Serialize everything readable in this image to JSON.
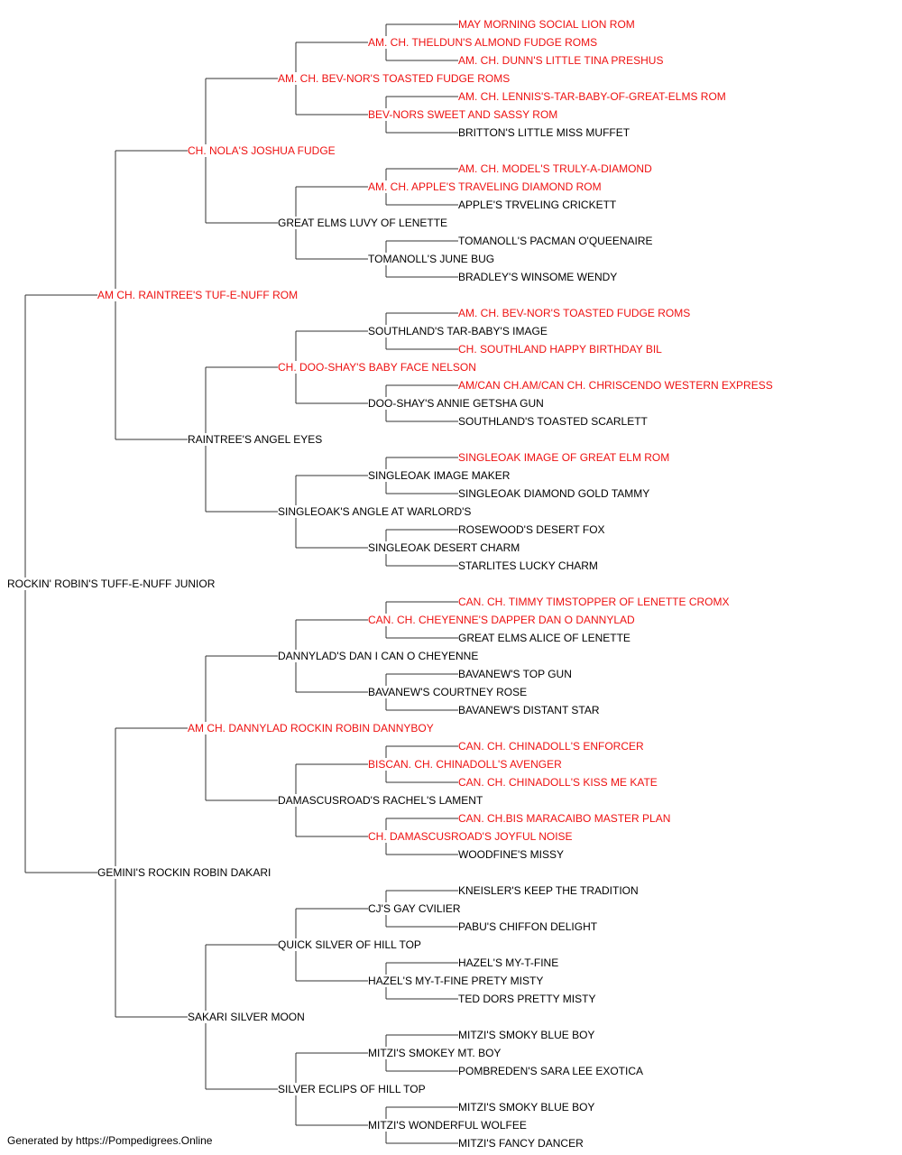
{
  "pedigree": {
    "name": "ROCKIN' ROBIN'S TUFF-E-NUFF JUNIOR",
    "titled": false,
    "sire": {
      "name": "AM CH. RAINTREE'S TUF-E-NUFF ROM",
      "titled": true,
      "sire": {
        "name": "CH. NOLA'S JOSHUA FUDGE",
        "titled": true,
        "sire": {
          "name": "AM. CH. BEV-NOR'S TOASTED FUDGE ROMS",
          "titled": true,
          "sire": {
            "name": "AM. CH. THELDUN'S ALMOND FUDGE ROMS",
            "titled": true,
            "sire": {
              "name": "MAY MORNING SOCIAL LION ROM",
              "titled": true
            },
            "dam": {
              "name": "AM. CH. DUNN'S LITTLE TINA PRESHUS",
              "titled": true
            }
          },
          "dam": {
            "name": "BEV-NORS SWEET AND SASSY ROM",
            "titled": true,
            "sire": {
              "name": "AM. CH. LENNIS'S-TAR-BABY-OF-GREAT-ELMS ROM",
              "titled": true
            },
            "dam": {
              "name": "BRITTON'S LITTLE MISS MUFFET",
              "titled": false
            }
          }
        },
        "dam": {
          "name": "GREAT ELMS LUVY OF LENETTE",
          "titled": false,
          "sire": {
            "name": "AM. CH. APPLE'S TRAVELING DIAMOND ROM",
            "titled": true,
            "sire": {
              "name": "AM. CH. MODEL'S TRULY-A-DIAMOND",
              "titled": true
            },
            "dam": {
              "name": "APPLE'S TRVELING CRICKETT",
              "titled": false
            }
          },
          "dam": {
            "name": "TOMANOLL'S JUNE BUG",
            "titled": false,
            "sire": {
              "name": "TOMANOLL'S PACMAN O'QUEENAIRE",
              "titled": false
            },
            "dam": {
              "name": "BRADLEY'S WINSOME WENDY",
              "titled": false
            }
          }
        }
      },
      "dam": {
        "name": "RAINTREE'S ANGEL EYES",
        "titled": false,
        "sire": {
          "name": "CH. DOO-SHAY'S BABY FACE NELSON",
          "titled": true,
          "sire": {
            "name": "SOUTHLAND'S TAR-BABY'S IMAGE",
            "titled": false,
            "sire": {
              "name": "AM. CH. BEV-NOR'S TOASTED FUDGE ROMS",
              "titled": true
            },
            "dam": {
              "name": "CH. SOUTHLAND HAPPY BIRTHDAY BIL",
              "titled": true
            }
          },
          "dam": {
            "name": "DOO-SHAY'S ANNIE GETSHA GUN",
            "titled": false,
            "sire": {
              "name": "AM/CAN CH.AM/CAN CH. CHRISCENDO WESTERN EXPRESS",
              "titled": true
            },
            "dam": {
              "name": "SOUTHLAND'S TOASTED SCARLETT",
              "titled": false
            }
          }
        },
        "dam": {
          "name": "SINGLEOAK'S ANGLE AT WARLORD'S",
          "titled": false,
          "sire": {
            "name": "SINGLEOAK IMAGE MAKER",
            "titled": false,
            "sire": {
              "name": "SINGLEOAK IMAGE OF GREAT ELM ROM",
              "titled": true
            },
            "dam": {
              "name": "SINGLEOAK DIAMOND GOLD TAMMY",
              "titled": false
            }
          },
          "dam": {
            "name": "SINGLEOAK DESERT CHARM",
            "titled": false,
            "sire": {
              "name": "ROSEWOOD'S DESERT FOX",
              "titled": false
            },
            "dam": {
              "name": "STARLITES LUCKY CHARM",
              "titled": false
            }
          }
        }
      }
    },
    "dam": {
      "name": "GEMINI'S ROCKIN ROBIN DAKARI",
      "titled": false,
      "sire": {
        "name": "AM CH. DANNYLAD ROCKIN ROBIN DANNYBOY",
        "titled": true,
        "sire": {
          "name": "DANNYLAD'S DAN I CAN O CHEYENNE",
          "titled": false,
          "sire": {
            "name": "CAN. CH. CHEYENNE'S DAPPER DAN O DANNYLAD",
            "titled": true,
            "sire": {
              "name": "CAN. CH. TIMMY TIMSTOPPER OF LENETTE CROMX",
              "titled": true
            },
            "dam": {
              "name": "GREAT ELMS ALICE OF LENETTE",
              "titled": false
            }
          },
          "dam": {
            "name": "BAVANEW'S COURTNEY ROSE",
            "titled": false,
            "sire": {
              "name": "BAVANEW'S TOP GUN",
              "titled": false
            },
            "dam": {
              "name": "BAVANEW'S DISTANT STAR",
              "titled": false
            }
          }
        },
        "dam": {
          "name": "DAMASCUSROAD'S RACHEL'S LAMENT",
          "titled": false,
          "sire": {
            "name": "BISCAN. CH. CHINADOLL'S AVENGER",
            "titled": true,
            "sire": {
              "name": "CAN. CH. CHINADOLL'S ENFORCER",
              "titled": true
            },
            "dam": {
              "name": "CAN. CH. CHINADOLL'S KISS ME KATE",
              "titled": true
            }
          },
          "dam": {
            "name": "CH. DAMASCUSROAD'S JOYFUL NOISE",
            "titled": true,
            "sire": {
              "name": "CAN. CH.BIS MARACAIBO MASTER PLAN",
              "titled": true
            },
            "dam": {
              "name": "WOODFINE'S MISSY",
              "titled": false
            }
          }
        }
      },
      "dam": {
        "name": "SAKARI SILVER MOON",
        "titled": false,
        "sire": {
          "name": "QUICK SILVER OF HILL TOP",
          "titled": false,
          "sire": {
            "name": "CJ'S GAY CVILIER",
            "titled": false,
            "sire": {
              "name": "KNEISLER'S KEEP THE TRADITION",
              "titled": false
            },
            "dam": {
              "name": "PABU'S CHIFFON DELIGHT",
              "titled": false
            }
          },
          "dam": {
            "name": "HAZEL'S MY-T-FINE PRETY MISTY",
            "titled": false,
            "sire": {
              "name": "HAZEL'S MY-T-FINE",
              "titled": false
            },
            "dam": {
              "name": "TED DORS PRETTY MISTY",
              "titled": false
            }
          }
        },
        "dam": {
          "name": "SILVER ECLIPS OF HILL TOP",
          "titled": false,
          "sire": {
            "name": "MITZI'S SMOKEY MT. BOY",
            "titled": false,
            "sire": {
              "name": "MITZI'S SMOKY BLUE BOY",
              "titled": false
            },
            "dam": {
              "name": "POMBREDEN'S SARA LEE EXOTICA",
              "titled": false
            }
          },
          "dam": {
            "name": "MITZI'S WONDERFUL WOLFEE",
            "titled": false,
            "sire": {
              "name": "MITZI'S SMOKY BLUE BOY",
              "titled": false
            },
            "dam": {
              "name": "MITZI'S FANCY DANCER",
              "titled": false
            }
          }
        }
      }
    }
  },
  "colors": {
    "titled": "#ee1111",
    "untitled": "#000000",
    "line": "#333333"
  },
  "footer": "Generated by https://Pompedigrees.Online"
}
